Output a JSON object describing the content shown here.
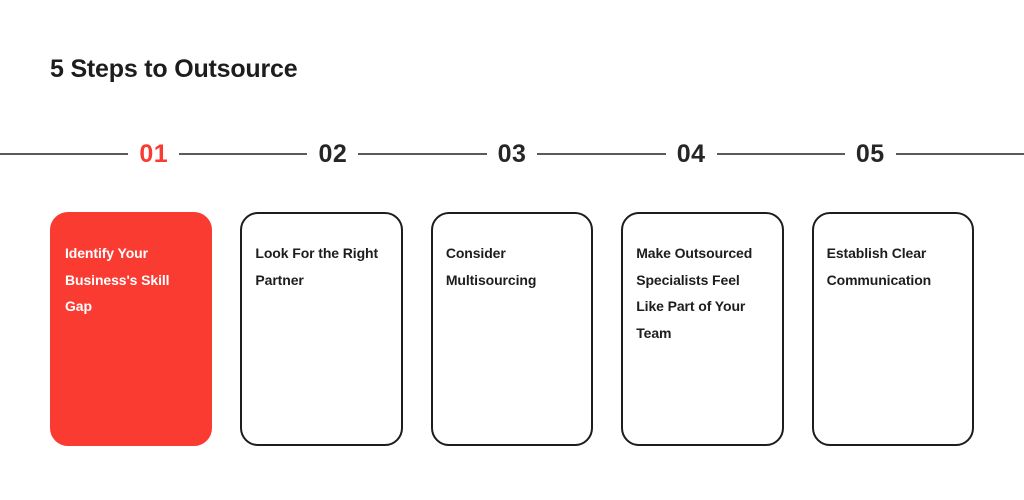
{
  "header": {
    "title": "5 Steps to Outsource"
  },
  "colors": {
    "accent": "#fa3b32",
    "text": "#1d1d1d",
    "rail_line": "#5a5a5a",
    "card_border": "#1d1d1d",
    "card_background": "#ffffff",
    "page_background": "#ffffff"
  },
  "steps": [
    {
      "number": "01",
      "label": "Identify Your Business's Skill Gap",
      "active": true
    },
    {
      "number": "02",
      "label": "Look For the Right Partner",
      "active": false
    },
    {
      "number": "03",
      "label": "Consider Multisourcing",
      "active": false
    },
    {
      "number": "04",
      "label": "Make Outsourced Specialists Feel Like Part of Your Team",
      "active": false
    },
    {
      "number": "05",
      "label": "Establish Clear Communication",
      "active": false
    }
  ]
}
